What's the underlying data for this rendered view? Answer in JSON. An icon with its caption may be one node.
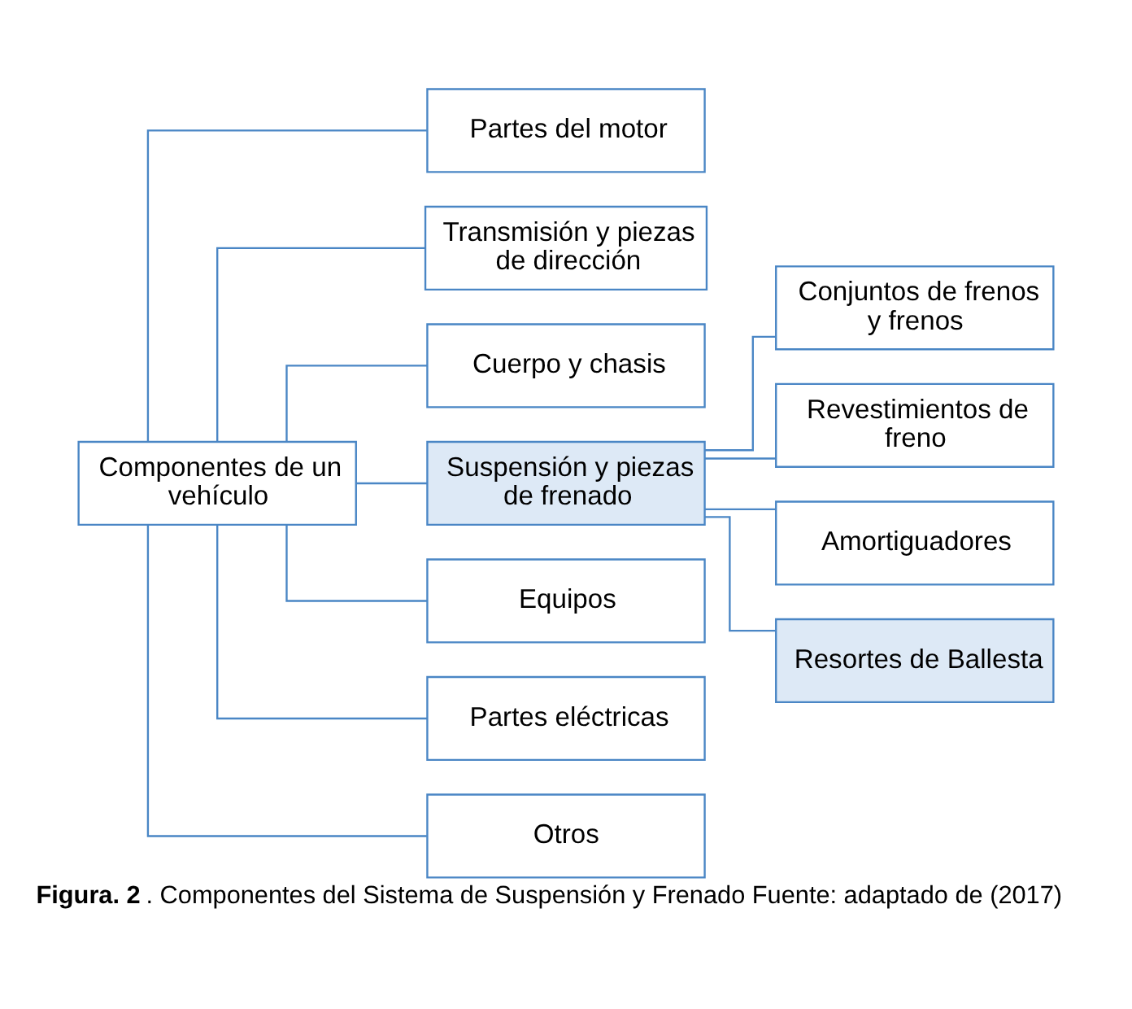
{
  "diagram": {
    "caption": "**Figura. 2**. Componentes del Sistema de Suspensión y Frenado Fuente: adaptado de (2017)",
    "nodes": [
      {
        "text": [
          "Componentes de un vehículo"
        ]
      },
      {
        "text": [
          "Partes del motor"
        ]
      },
      {
        "text": [
          "Transmisión y piezas de dirección"
        ]
      },
      {
        "text": [
          "Cuerpo y chasis"
        ]
      },
      {
        "text": [
          "Suspensión y piezas de frenado"
        ]
      },
      {
        "text": [
          "Equipos"
        ]
      },
      {
        "text": [
          "Partes eléctricas"
        ]
      },
      {
        "text": [
          "Otros"
        ]
      },
      {
        "text": [
          "Conjuntos de frenos y frenos"
        ]
      },
      {
        "text": [
          "Revestimientos de freno"
        ]
      },
      {
        "text": [
          "Amortiguadores"
        ]
      },
      {
        "text": [
          "Resortes de Ballesta"
        ]
      }
    ],
    "edges": [
      {
        "from": 0,
        "to": 1,
        "arrow": "none"
      },
      {
        "from": 0,
        "to": 2,
        "arrow": "none"
      },
      {
        "from": 0,
        "to": 3,
        "arrow": "none"
      },
      {
        "from": 0,
        "to": 4,
        "arrow": "none"
      },
      {
        "from": 0,
        "to": 5,
        "arrow": "none"
      },
      {
        "from": 0,
        "to": 6,
        "arrow": "none"
      },
      {
        "from": 0,
        "to": 7,
        "arrow": "none"
      },
      {
        "from": 4,
        "to": 8,
        "arrow": "none"
      },
      {
        "from": 4,
        "to": 9,
        "arrow": "none"
      },
      {
        "from": 4,
        "to": 10,
        "arrow": "none"
      },
      {
        "from": 4,
        "to": 11,
        "arrow": "none"
      }
    ]
  }
}
